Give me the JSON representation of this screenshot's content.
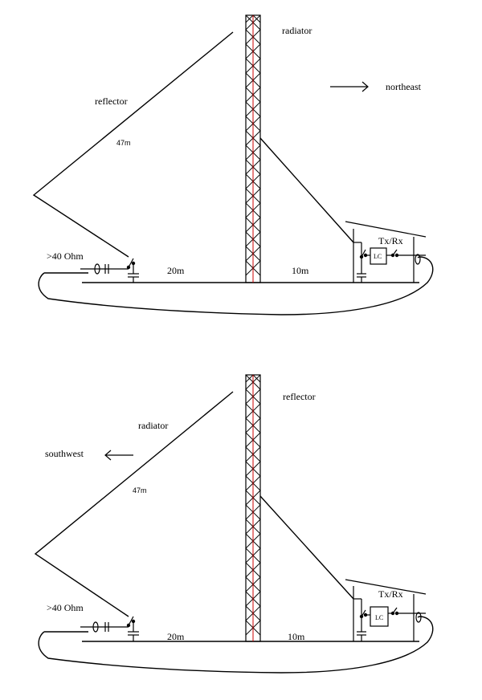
{
  "colors": {
    "line": "#000000",
    "mast_diagonal": "#000000",
    "mast_center": "#cc0000",
    "background": "#ffffff"
  },
  "panels": [
    {
      "labels": {
        "radiator": "radiator",
        "reflector": "reflector",
        "direction": "northeast",
        "wire_length": "47m",
        "impedance": ">40 Ohm",
        "left_distance": "20m",
        "right_distance": "10m",
        "txrx": "Tx/Rx",
        "tuner": "LC"
      },
      "direction_arrow": "right-arrow-icon"
    },
    {
      "labels": {
        "radiator": "radiator",
        "reflector": "reflector",
        "direction": "southwest",
        "wire_length": "47m",
        "impedance": ">40 Ohm",
        "left_distance": "20m",
        "right_distance": "10m",
        "txrx": "Tx/Rx",
        "tuner": "LC"
      },
      "direction_arrow": "left-arrow-icon"
    }
  ]
}
